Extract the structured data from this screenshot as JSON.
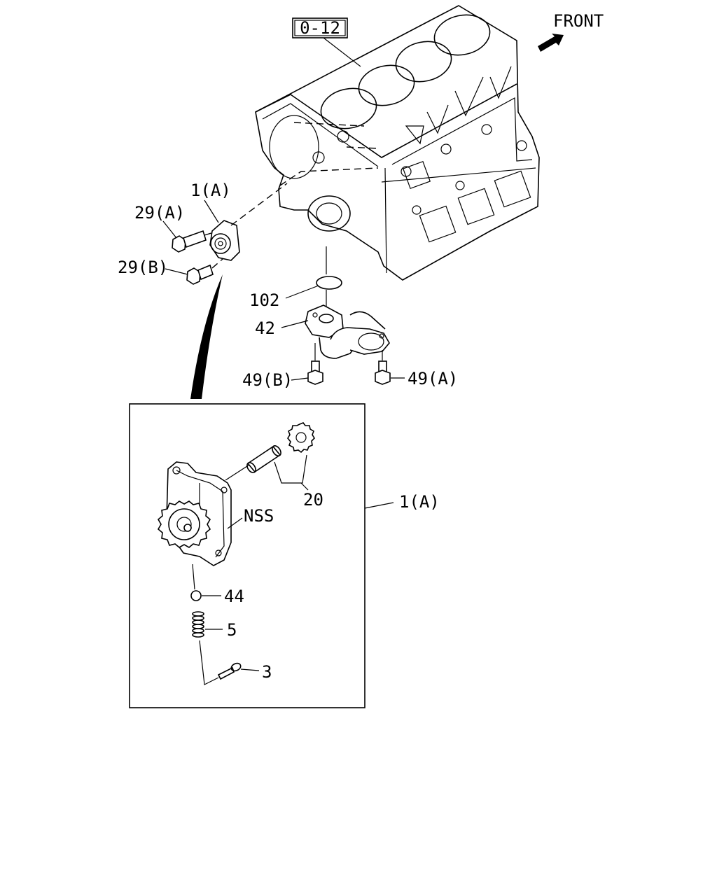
{
  "diagram": {
    "ref_box": "0-12",
    "front_label": "FRONT",
    "labels": {
      "pump_assy_top": "1(A)",
      "bolt_29a": "29(A)",
      "bolt_29b": "29(B)",
      "oring_102": "102",
      "strainer_42": "42",
      "bolt_49b": "49(B)",
      "bolt_49a": "49(A)",
      "shaft_gear_20": "20",
      "nss": "NSS",
      "pump_assy_detail": "1(A)",
      "ball_44": "44",
      "spring_5": "5",
      "pin_3": "3"
    }
  }
}
